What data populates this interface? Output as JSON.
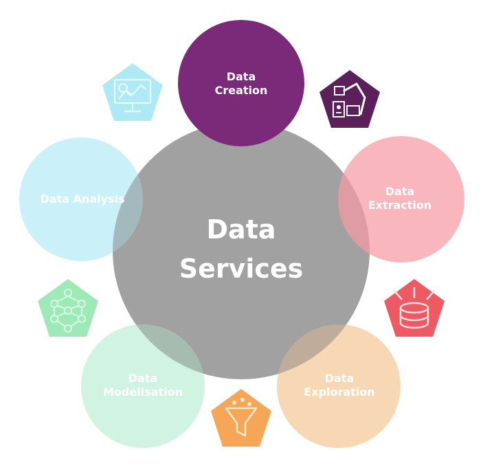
{
  "center": {
    "lines": [
      "Data",
      "Services"
    ],
    "color": "#8c8c8c"
  },
  "petals": [
    {
      "id": "creation",
      "lines": [
        "Data",
        "Creation"
      ],
      "color": "#7a2a78"
    },
    {
      "id": "extraction",
      "lines": [
        "Data",
        "Extraction"
      ],
      "color": "#f79aa2"
    },
    {
      "id": "exploration",
      "lines": [
        "Data",
        "Exploration"
      ],
      "color": "#f7cfa2"
    },
    {
      "id": "modelisation",
      "lines": [
        "Data",
        "Modelisation"
      ],
      "color": "#bff0d6"
    },
    {
      "id": "analysis",
      "lines": [
        "Data Analysis"
      ],
      "color": "#b8ecf6"
    }
  ],
  "icons": [
    {
      "id": "robot-arm",
      "name": "robot-arm-icon",
      "color": "#5b1f5a"
    },
    {
      "id": "database-funnel",
      "name": "database-funnel-icon",
      "color": "#ee5a64"
    },
    {
      "id": "funnel",
      "name": "funnel-icon",
      "color": "#f5a657"
    },
    {
      "id": "network",
      "name": "network-icon",
      "color": "#9ee9b8"
    },
    {
      "id": "chart-monitor",
      "name": "chart-monitor-icon",
      "color": "#aeeaf6"
    }
  ]
}
